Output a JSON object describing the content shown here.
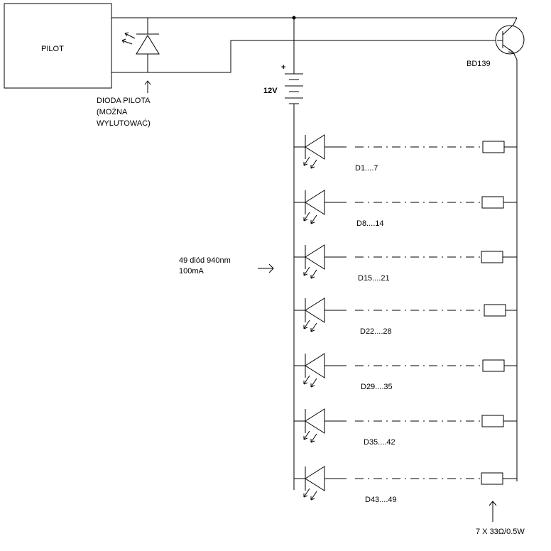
{
  "pilot_box": {
    "label": "PILOT"
  },
  "pilot_diode": {
    "caption_lines": [
      "DIODA PILOTA",
      "(MOŻNA",
      "WYLUTOWAĆ)"
    ]
  },
  "battery": {
    "plus_sign": "+",
    "voltage_label": "12V"
  },
  "transistor": {
    "label": "BD139"
  },
  "led_array": {
    "description_lines": [
      "49 diód 940nm",
      "100mA"
    ],
    "groups": [
      "D1....7",
      "D8....14",
      "D15....21",
      "D22....28",
      "D29....35",
      "D35....42",
      "D43....49"
    ]
  },
  "resistors": {
    "caption": "7 X 33Ω/0.5W"
  }
}
